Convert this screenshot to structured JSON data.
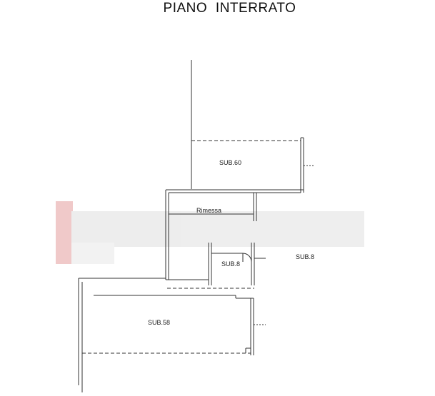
{
  "title": "PIANO  INTERRATO",
  "rooms": {
    "sub60": "SUB.60",
    "rimessa": "Rimessa",
    "sub8_inner": "SUB.8",
    "sub8_outer": "SUB.8",
    "sub58": "SUB.58"
  },
  "colors": {
    "line": "#333333",
    "watermark_red": "#e9b9b9",
    "watermark_band": "#e6e6e6"
  }
}
